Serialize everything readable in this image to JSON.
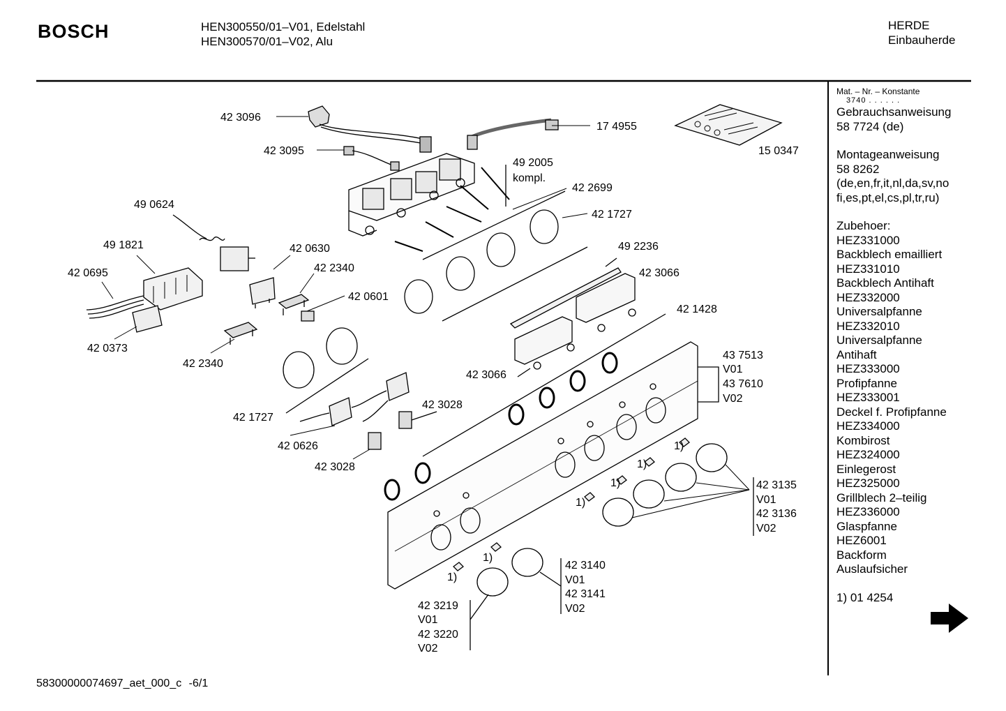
{
  "header": {
    "brand": "BOSCH",
    "models": [
      "HEN300550/01–V01, Edelstahl",
      "HEN300570/01–V02, Alu"
    ],
    "category": [
      "HERDE",
      "Einbauherde"
    ]
  },
  "parts": {
    "p423096": "42 3096",
    "p174955": "17 4955",
    "p423095": "42 3095",
    "p150347": "15 0347",
    "p492005": "49 2005",
    "kompl": "kompl.",
    "p422699": "42 2699",
    "p490624": "49 0624",
    "p421727a": "42 1727",
    "p491821": "49 1821",
    "p420630": "42 0630",
    "p492236": "49 2236",
    "p420695": "42 0695",
    "p422340a": "42 2340",
    "p423066a": "42 3066",
    "p420601": "42 0601",
    "p421428": "42 1428",
    "p420373": "42 0373",
    "p422340b": "42 2340",
    "p437513": "43 7513",
    "v01a": "V01",
    "p437610": "43 7610",
    "v02a": "V02",
    "p423066b": "42 3066",
    "p423028a": "42 3028",
    "p421727b": "42 1727",
    "p420626": "42 0626",
    "p423028b": "42 3028",
    "p423135": "42 3135",
    "v01b": "V01",
    "p423136": "42 3136",
    "v02b": "V02",
    "p423140": "42 3140",
    "v01c": "V01",
    "p423141": "42 3141",
    "v02c": "V02",
    "p423219": "42 3219",
    "v01d": "V01",
    "p423220": "42 3220",
    "v02d": "V02",
    "note": "1)"
  },
  "sidebar": {
    "mat_label": "Mat. – Nr. – Konstante",
    "mat_value": "3740 . . . . . .",
    "lines_a": [
      "Gebrauchsanweisung",
      "58 7724 (de)"
    ],
    "lines_b": [
      "Montageanweisung",
      "58 8262",
      "(de,en,fr,it,nl,da,sv,no",
      "fi,es,pt,el,cs,pl,tr,ru)"
    ],
    "lines_c": [
      "Zubehoer:",
      "HEZ331000",
      "Backblech emailliert",
      "HEZ331010",
      "Backblech Antihaft",
      "HEZ332000",
      "Universalpfanne",
      "HEZ332010",
      "Universalpfanne",
      "Antihaft",
      "HEZ333000",
      "Profipfanne",
      "HEZ333001",
      "Deckel f. Profipfanne",
      "HEZ334000",
      "Kombirost",
      "HEZ324000",
      "Einlegerost",
      "HEZ325000",
      "Grillblech 2–teilig",
      "HEZ336000",
      "Glaspfanne",
      "HEZ6001",
      "Backform",
      "Auslaufsicher"
    ],
    "footnote": "1) 01 4254"
  },
  "footer": {
    "code": "58300000074697_aet_000_c",
    "page": "-6/1"
  },
  "icons": {
    "next": "arrow-right-icon"
  }
}
